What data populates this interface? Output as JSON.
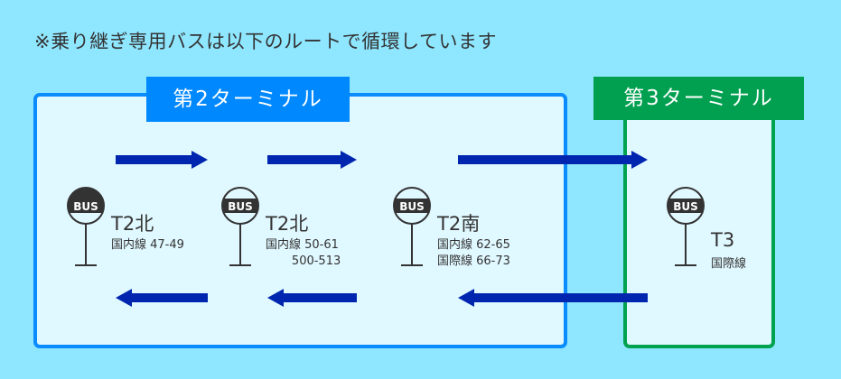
{
  "note": "※乗り継ぎ専用バスは以下のルートで循環しています",
  "terminals": [
    {
      "label": "第2ターミナル",
      "color": "#0088ff"
    },
    {
      "label": "第3ターミナル",
      "color": "#00a050"
    }
  ],
  "bus_sign_text": "BUS",
  "stops": [
    {
      "name": "T2北",
      "lines": [
        "国内線 47-49"
      ]
    },
    {
      "name": "T2北",
      "lines": [
        "国内線 50-61",
        "       500-513"
      ]
    },
    {
      "name": "T2南",
      "lines": [
        "国内線 62-65",
        "国際線 66-73"
      ]
    },
    {
      "name": "T3",
      "lines": [
        "国際線"
      ]
    }
  ],
  "colors": {
    "background": "#8fe6ff",
    "box_fill": "#e0f8ff",
    "arrow": "#0026b0",
    "sign": "#333333"
  }
}
